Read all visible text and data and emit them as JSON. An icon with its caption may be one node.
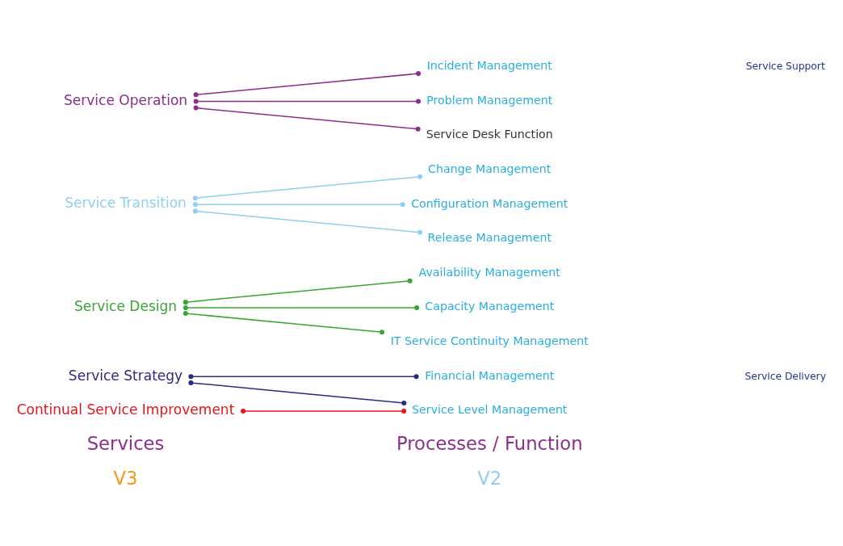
{
  "diagram": {
    "nodes": [
      {
        "text": [
          "Service Strategy"
        ]
      },
      {
        "text": [
          "Service Design"
        ]
      },
      {
        "text": [
          "Service Transition"
        ]
      },
      {
        "text": [
          "Service Operation"
        ]
      },
      {
        "text": [
          "Continual Service Improvement"
        ]
      },
      {
        "text": [
          "Change Management"
        ]
      },
      {
        "text": [
          "Configuration Management"
        ]
      },
      {
        "text": [
          "Incident Management"
        ]
      },
      {
        "text": [
          "Problem Management"
        ]
      },
      {
        "text": [
          "Release Management"
        ]
      },
      {
        "text": [
          "Service Desk Function"
        ]
      },
      {
        "text": [
          "Availability Management"
        ]
      },
      {
        "text": [
          "Capacity Management"
        ]
      },
      {
        "text": [
          "Financial Management"
        ]
      },
      {
        "text": [
          "IT Service Continuity Management"
        ]
      },
      {
        "text": [
          "Service Level Management"
        ]
      }
    ],
    "edges": [
      {
        "from": 0,
        "to": 13,
        "arrow": "other",
        "color": "#2b2a7f"
      },
      {
        "from": 0,
        "to": 15,
        "arrow": "other",
        "color": "#2b2a7f"
      },
      {
        "from": 1,
        "to": 11,
        "arrow": "other",
        "color": "#3aa535"
      },
      {
        "from": 1,
        "to": 12,
        "arrow": "other",
        "color": "#3aa535"
      },
      {
        "from": 1,
        "to": 14,
        "arrow": "other",
        "color": "#3aa535"
      },
      {
        "from": 2,
        "to": 5,
        "arrow": "other",
        "color": "#8fd0f0"
      },
      {
        "from": 2,
        "to": 6,
        "arrow": "other",
        "color": "#8fd0f0"
      },
      {
        "from": 2,
        "to": 9,
        "arrow": "other",
        "color": "#8fd0f0"
      },
      {
        "from": 3,
        "to": 7,
        "arrow": "other",
        "color": "#8b2f8b"
      },
      {
        "from": 3,
        "to": 8,
        "arrow": "other",
        "color": "#8b2f8b"
      },
      {
        "from": 3,
        "to": 10,
        "arrow": "other",
        "color": "#8b2f8b"
      },
      {
        "from": 4,
        "to": 15,
        "arrow": "other",
        "color": "#e8141b"
      }
    ],
    "labels": [
      "V3",
      "Services",
      "V2",
      "Processes / Function",
      "Service Support",
      "Service Delivery"
    ]
  }
}
